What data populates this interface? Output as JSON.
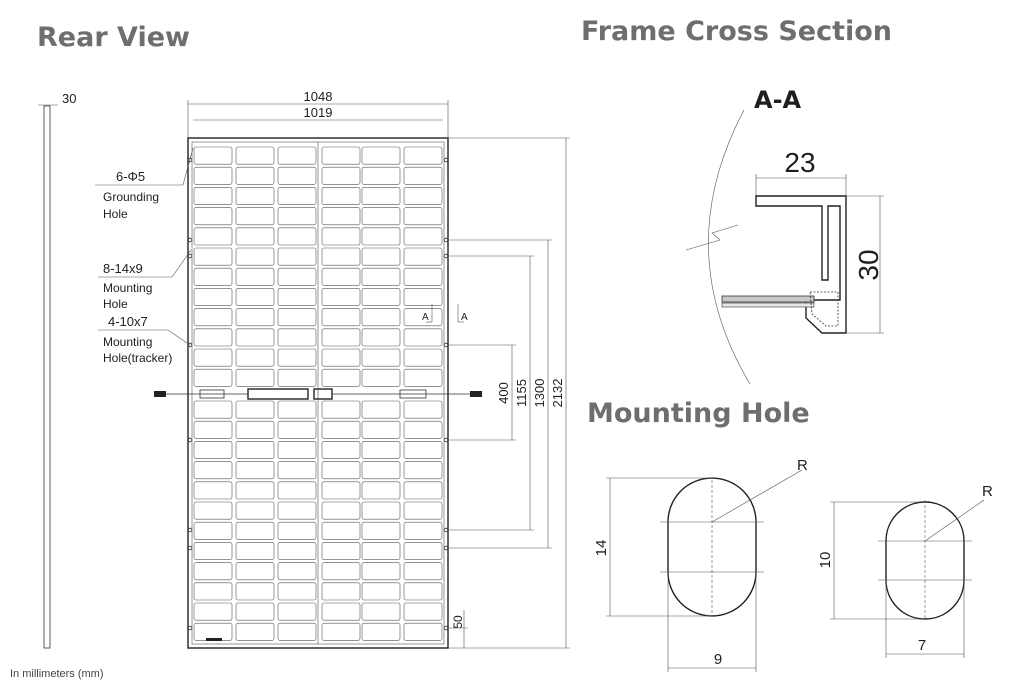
{
  "headings": {
    "rear_view": "Rear View",
    "frame_cross_section": "Frame Cross Section",
    "mounting_hole": "Mounting Hole"
  },
  "footnote": "In millimeters (mm)",
  "rear_view": {
    "side_thickness": "30",
    "width_outer": "1048",
    "width_inner": "1019",
    "height_total": "2132",
    "dim_1300": "1300",
    "dim_1155": "1155",
    "dim_400": "400",
    "dim_50": "50",
    "section_marker": "A",
    "callouts": {
      "grounding_size": "6-Φ5",
      "grounding_label_1": "Grounding",
      "grounding_label_2": "Hole",
      "mounting_size": "8-14x9",
      "mounting_label_1": "Mounting",
      "mounting_label_2": "Hole",
      "tracker_size": "4-10x7",
      "tracker_label_1": "Mounting",
      "tracker_label_2": "Hole(tracker)"
    }
  },
  "frame_section": {
    "label": "A-A",
    "width": "23",
    "height": "30"
  },
  "mounting_hole": {
    "large": {
      "height": "14",
      "width": "9",
      "radius": "R"
    },
    "small": {
      "height": "10",
      "width": "7",
      "radius": "R"
    }
  },
  "colors": {
    "heading": "#6e6e6e",
    "line": "#333333"
  }
}
